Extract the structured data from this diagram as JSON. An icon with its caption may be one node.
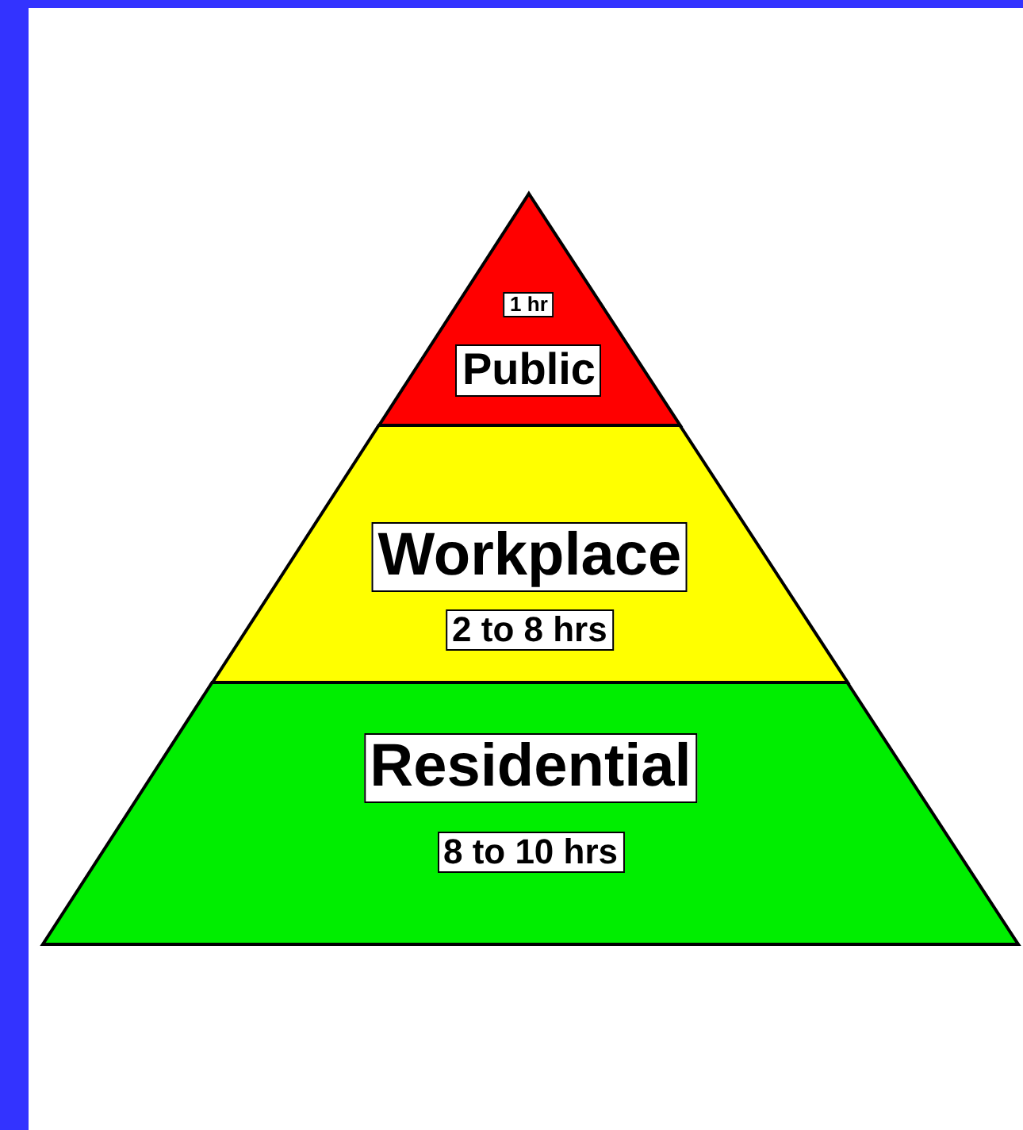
{
  "diagram": {
    "nodes": [
      {
        "text": [
          "1 hr",
          "Public"
        ]
      },
      {
        "text": [
          "Workplace",
          "2 to 8 hrs"
        ]
      },
      {
        "text": [
          "Residential",
          "8 to 10 hrs"
        ]
      }
    ]
  }
}
